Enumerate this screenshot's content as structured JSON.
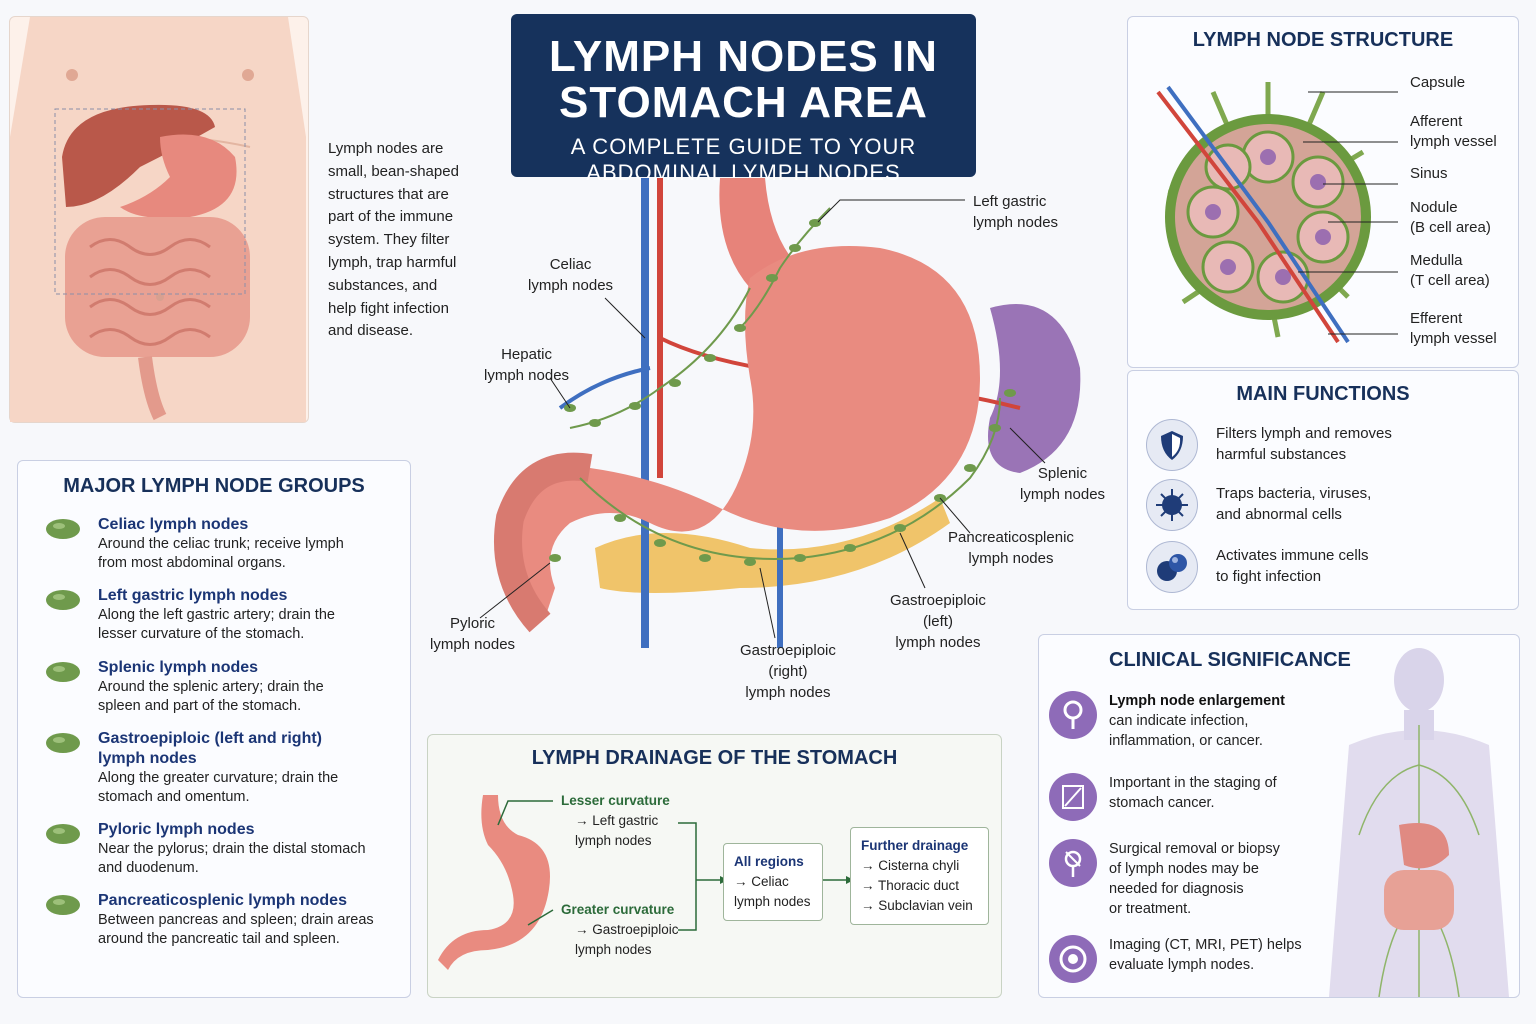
{
  "title": {
    "main_line1": "LYMPH NODES IN",
    "main_line2": "STOMACH AREA",
    "sub_line1": "A COMPLETE GUIDE TO YOUR",
    "sub_line2": "ABDOMINAL LYMPH NODES"
  },
  "intro": {
    "lines": [
      "Lymph nodes are",
      "small, bean-shaped",
      "structures that are",
      "part of the immune",
      "system. They filter",
      "lymph, trap harmful",
      "substances, and",
      "help fight infection",
      "and disease."
    ]
  },
  "groups": {
    "heading": "MAJOR LYMPH NODE GROUPS",
    "items": [
      {
        "name": "Celiac lymph nodes",
        "desc1": "Around the celiac trunk; receive lymph",
        "desc2": "from most abdominal organs."
      },
      {
        "name": "Left gastric lymph nodes",
        "desc1": "Along the left gastric artery; drain the",
        "desc2": "lesser curvature of the stomach."
      },
      {
        "name": "Splenic lymph nodes",
        "desc1": "Around the splenic artery; drain the",
        "desc2": "spleen and part of the stomach."
      },
      {
        "name": "Gastroepiploic (left and right)",
        "name2": "lymph nodes",
        "desc1": "Along the greater curvature; drain the",
        "desc2": "stomach and omentum."
      },
      {
        "name": "Pyloric lymph nodes",
        "desc1": "Near the pylorus; drain the distal stomach",
        "desc2": "and duodenum."
      },
      {
        "name": "Pancreaticosplenic lymph nodes",
        "desc1": "Between pancreas and spleen; drain areas",
        "desc2": "around the pancreatic tail and spleen."
      }
    ]
  },
  "anatomy_labels": {
    "left_gastric": [
      "Left gastric",
      "lymph nodes"
    ],
    "celiac": [
      "Celiac",
      "lymph nodes"
    ],
    "hepatic": [
      "Hepatic",
      "lymph nodes"
    ],
    "splenic": [
      "Splenic",
      "lymph nodes"
    ],
    "pancreaticosplenic": [
      "Pancreaticosplenic",
      "lymph nodes"
    ],
    "gastro_left": [
      "Gastroepiploic",
      "(left)",
      "lymph nodes"
    ],
    "gastro_right": [
      "Gastroepiploic",
      "(right)",
      "lymph nodes"
    ],
    "pyloric": [
      "Pyloric",
      "lymph nodes"
    ]
  },
  "structure": {
    "heading": "LYMPH NODE STRUCTURE",
    "labels": {
      "capsule": [
        "Capsule"
      ],
      "afferent": [
        "Afferent",
        "lymph vessel"
      ],
      "sinus": [
        "Sinus"
      ],
      "nodule": [
        "Nodule",
        "(B cell area)"
      ],
      "medulla": [
        "Medulla",
        "(T cell area)"
      ],
      "efferent": [
        "Efferent",
        "lymph vessel"
      ]
    }
  },
  "functions": {
    "heading": "MAIN FUNCTIONS",
    "items": [
      {
        "icon": "shield-icon",
        "l1": "Filters lymph and removes",
        "l2": "harmful substances"
      },
      {
        "icon": "virus-icon",
        "l1": "Traps bacteria, viruses,",
        "l2": "and abnormal cells"
      },
      {
        "icon": "immune-cells-icon",
        "l1": "Activates immune cells",
        "l2": "to fight infection"
      }
    ]
  },
  "clinical": {
    "heading": "CLINICAL SIGNIFICANCE",
    "items": [
      {
        "icon": "magnifier-icon",
        "bold": "Lymph node enlargement",
        "lines": [
          "can indicate infection,",
          "inflammation, or cancer."
        ]
      },
      {
        "icon": "staging-icon",
        "bold": "",
        "lines": [
          "Important in the staging of",
          "stomach cancer."
        ]
      },
      {
        "icon": "biopsy-icon",
        "bold": "",
        "lines": [
          "Surgical removal or biopsy",
          "of lymph nodes may be",
          "needed for diagnosis",
          "or treatment."
        ]
      },
      {
        "icon": "imaging-icon",
        "bold": "",
        "lines": [
          "Imaging (CT, MRI, PET) helps",
          "evaluate lymph nodes."
        ]
      }
    ]
  },
  "drainage": {
    "heading": "LYMPH DRAINAGE OF THE STOMACH",
    "lesser": {
      "title": "Lesser curvature",
      "l1": "→ Left gastric",
      "l2": "lymph nodes"
    },
    "greater": {
      "title": "Greater curvature",
      "l1": "→ Gastroepiploic",
      "l2": "lymph nodes"
    },
    "all": {
      "title": "All regions",
      "l1": "→ Celiac",
      "l2": "lymph nodes"
    },
    "further": {
      "title": "Further drainage",
      "l1": "→ Cisterna chyli",
      "l2": "→ Thoracic duct",
      "l3": "→ Subclavian vein"
    }
  },
  "colors": {
    "title_bg": "#16325c",
    "heading": "#17305a",
    "stomach": "#e98b80",
    "node_green": "#6f9a4c",
    "artery_red": "#d1453b",
    "vein_blue": "#3f6fc0",
    "clinical_purple": "#8e6bb8"
  }
}
